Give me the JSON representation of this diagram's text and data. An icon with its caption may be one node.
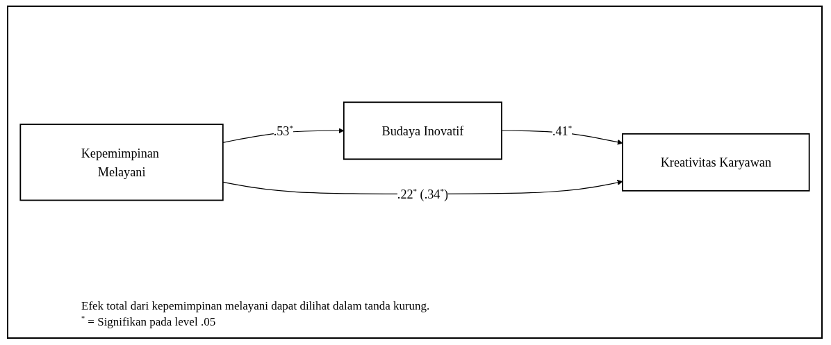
{
  "diagram": {
    "nodes": [
      {
        "text": [
          "Kepemimpinan Melayani"
        ]
      },
      {
        "text": [
          "Budaya Inovatif"
        ]
      },
      {
        "text": [
          "Kreativitas Karyawan"
        ]
      }
    ],
    "edges": [
      {
        "from": 0,
        "to": 1,
        "arrow": "to",
        "label": ".53$^{*}$"
      },
      {
        "from": 1,
        "to": 2,
        "arrow": "to",
        "label": ".41$^{*}$"
      },
      {
        "from": 0,
        "to": 2,
        "arrow": "to",
        "label": ".22$^{*}$ (.34$^{*}$)"
      }
    ],
    "labels": [
      "Efek total dari kepemimpinan melayani dapat dilihat dalam tanda kurung.",
      "$^{*}$ = Signifikan pada level .05"
    ]
  }
}
